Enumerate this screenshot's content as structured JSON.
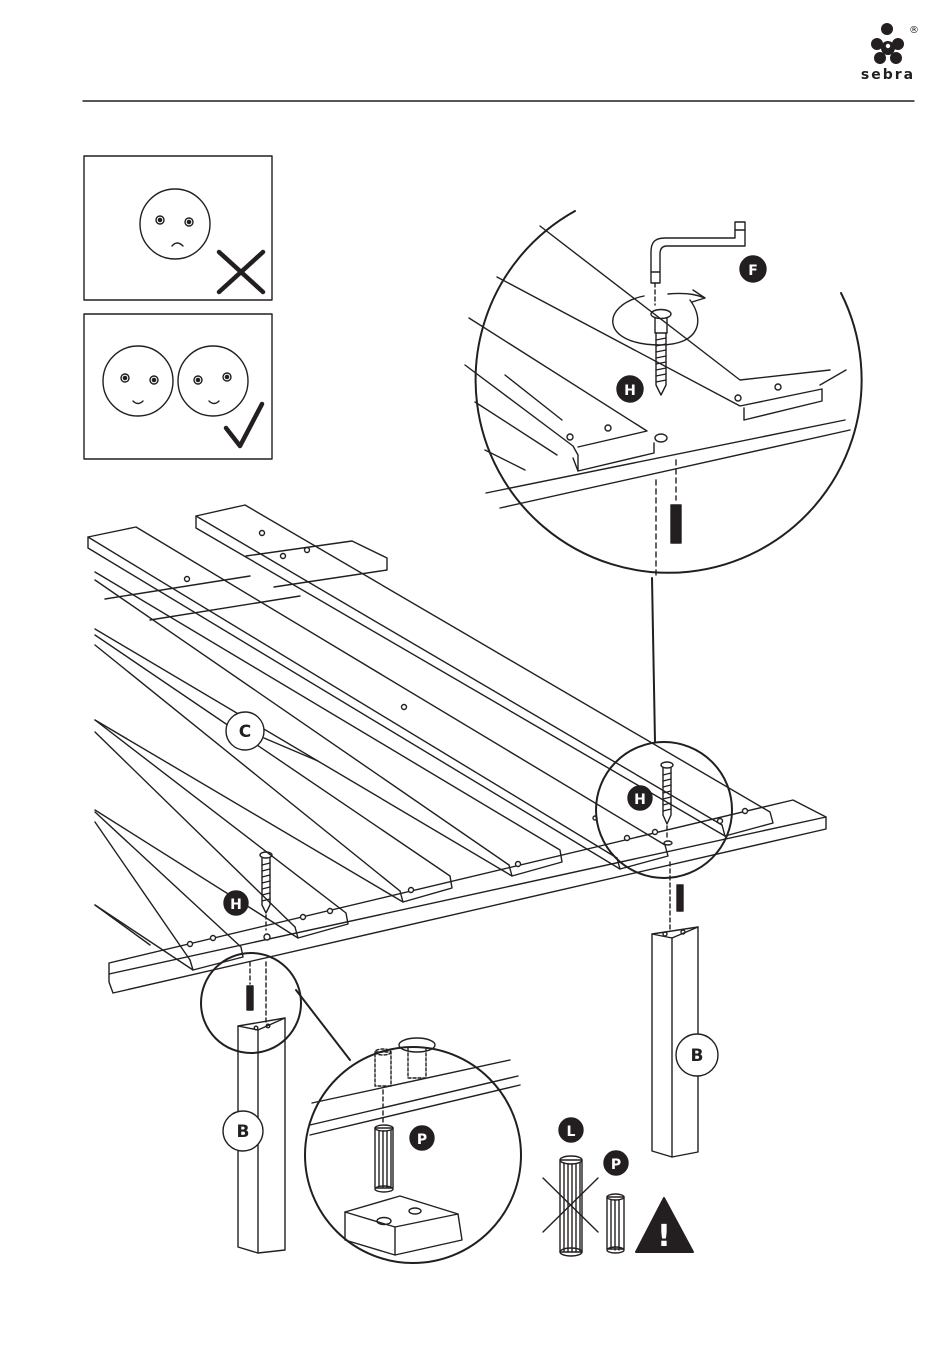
{
  "brand": {
    "name": "sebra",
    "registered": "®"
  },
  "labels": {
    "C": "C",
    "H_main": "H",
    "H_zoom_top": "H",
    "H_zoom_mid": "H",
    "F": "F",
    "B_left": "B",
    "B_right": "B",
    "P_zoom": "P",
    "L": "L",
    "P_part": "P"
  },
  "warning": {
    "symbol": "!"
  },
  "colors": {
    "ink": "#231f20",
    "paper": "#ffffff"
  },
  "icons": [
    "sad-face-icon",
    "cross-icon",
    "happy-faces-icon",
    "check-icon",
    "warning-icon",
    "hex-key-icon",
    "rotate-arrow-icon"
  ]
}
